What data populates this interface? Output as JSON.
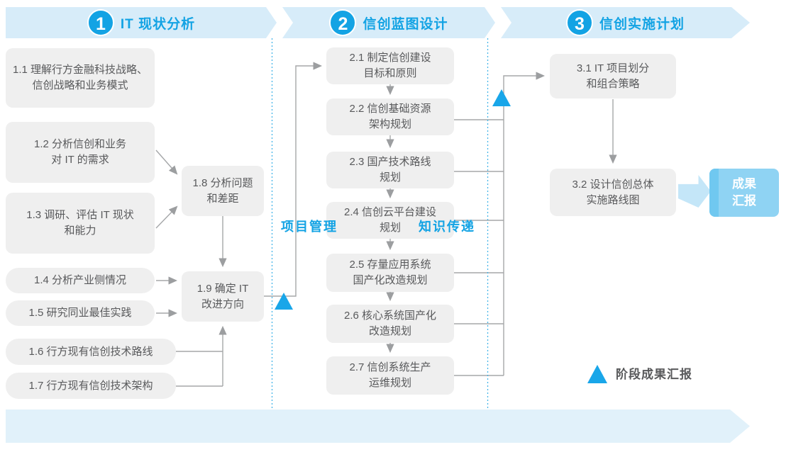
{
  "phases": [
    {
      "number": "1",
      "title": "IT 现状分析"
    },
    {
      "number": "2",
      "title": "信创蓝图设计"
    },
    {
      "number": "3",
      "title": "信创实施计划"
    }
  ],
  "steps": {
    "s1_1": "1.1 理解行方金融科技战略、\n信创战略和业务模式",
    "s1_2": "1.2 分析信创和业务\n对 IT 的需求",
    "s1_3": "1.3 调研、评估 IT 现状\n和能力",
    "s1_4": "1.4 分析产业侧情况",
    "s1_5": "1.5 研究同业最佳实践",
    "s1_6": "1.6 行方现有信创技术路线",
    "s1_7": "1.7 行方现有信创技术架构",
    "s1_8": "1.8 分析问题\n和差距",
    "s1_9": "1.9 确定 IT\n改进方向",
    "s2_1": "2.1 制定信创建设\n目标和原则",
    "s2_2": "2.2 信创基础资源\n架构规划",
    "s2_3": "2.3 国产技术路线\n规划",
    "s2_4": "2.4 信创云平台建设\n规划",
    "s2_5": "2.5 存量应用系统\n国产化改造规划",
    "s2_6": "2.6 核心系统国产化\n改造规划",
    "s2_7": "2.7 信创系统生产\n运维规划",
    "s3_1": "3.1 IT 项目划分\n和组合策略",
    "s3_2": "3.2 设计信创总体\n实施路线图"
  },
  "result_box": {
    "label": "成果\n汇报"
  },
  "bottom_band": {
    "items": [
      {
        "label": "项目管理"
      },
      {
        "label": "知识传递"
      }
    ]
  },
  "legend": {
    "icon": "phase-report-triangle",
    "label": "阶段成果汇报"
  },
  "colors": {
    "accent_blue": "#13A3E4",
    "band_fill": "#D7ECF9",
    "bottom_band_fill": "#E1F1FA",
    "triangle_blue": "#19A6E9",
    "step_box_fill": "#EFEFEF",
    "step_text": "#58595B",
    "connector_gray": "#A5A7A9",
    "result_fill": "#8FD3F3",
    "result_stripe": "#70C8F0",
    "block_arrow_fill": "#C4E6F8"
  }
}
